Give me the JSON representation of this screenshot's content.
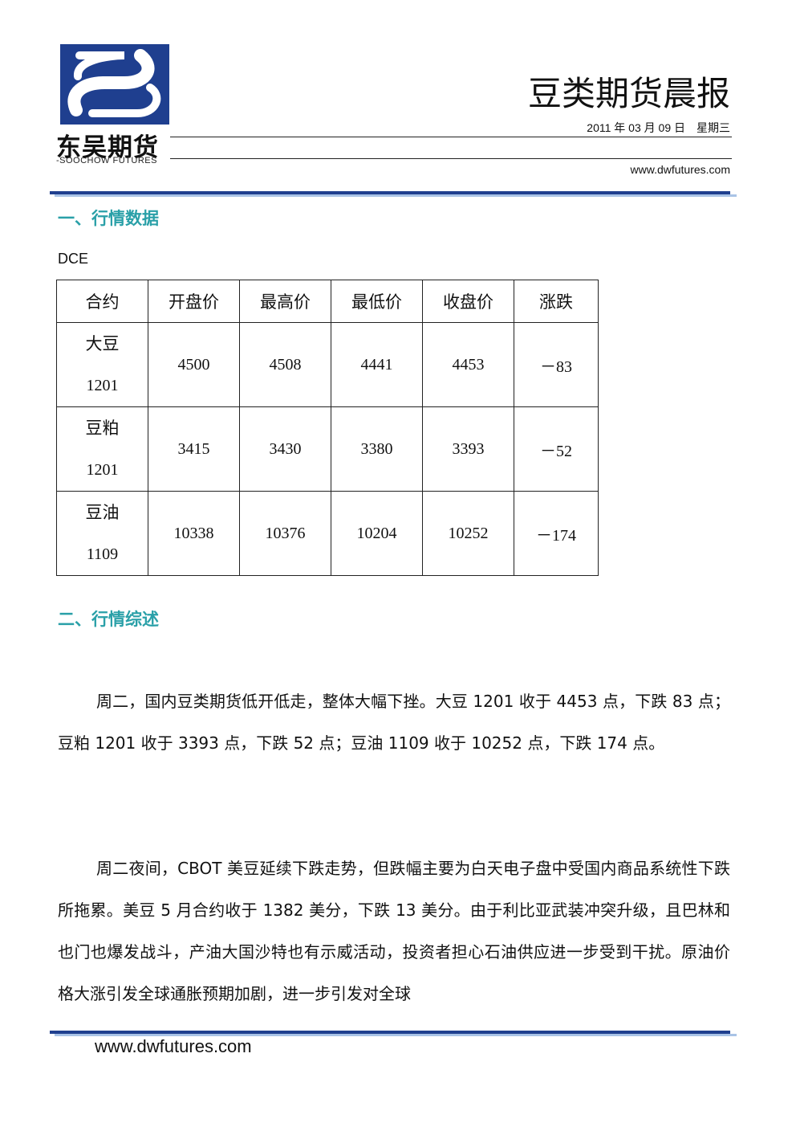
{
  "header": {
    "logo_cn": "东吴期货",
    "logo_en": "-SOOCHOW FUTURES",
    "report_title": "豆类期货晨报",
    "date": "2011 年 03 月 09 日",
    "weekday": "星期三",
    "website": "www.dwfutures.com",
    "colors": {
      "logo_blue": "#1f3f8f",
      "accent_teal": "#2aa0a8",
      "band_light": "#a9c3e6"
    }
  },
  "section1": {
    "heading": "一、行情数据",
    "exchange": "DCE",
    "table": {
      "headers": [
        "合约",
        "开盘价",
        "最高价",
        "最低价",
        "收盘价",
        "涨跌"
      ],
      "rows": [
        {
          "name": "大豆",
          "code": "1201",
          "open": "4500",
          "high": "4508",
          "low": "4441",
          "close": "4453",
          "change": "－83"
        },
        {
          "name": "豆粕",
          "code": "1201",
          "open": "3415",
          "high": "3430",
          "low": "3380",
          "close": "3393",
          "change": "－52"
        },
        {
          "name": "豆油",
          "code": "1109",
          "open": "10338",
          "high": "10376",
          "low": "10204",
          "close": "10252",
          "change": "－174"
        }
      ]
    }
  },
  "section2": {
    "heading": "二、行情综述",
    "paragraphs": [
      "周二，国内豆类期货低开低走，整体大幅下挫。大豆 1201 收于 4453 点，下跌 83 点；豆粕 1201 收于 3393 点，下跌 52 点；豆油 1109 收于 10252 点，下跌 174 点。",
      "周二夜间，CBOT 美豆延续下跌走势，但跌幅主要为白天电子盘中受国内商品系统性下跌所拖累。美豆 5 月合约收于 1382 美分，下跌 13 美分。由于利比亚武装冲突升级，且巴林和也门也爆发战斗，产油大国沙特也有示威活动，投资者担心石油供应进一步受到干扰。原油价格大涨引发全球通胀预期加剧，进一步引发对全球"
    ]
  },
  "footer": {
    "website": "www.dwfutures.com"
  }
}
